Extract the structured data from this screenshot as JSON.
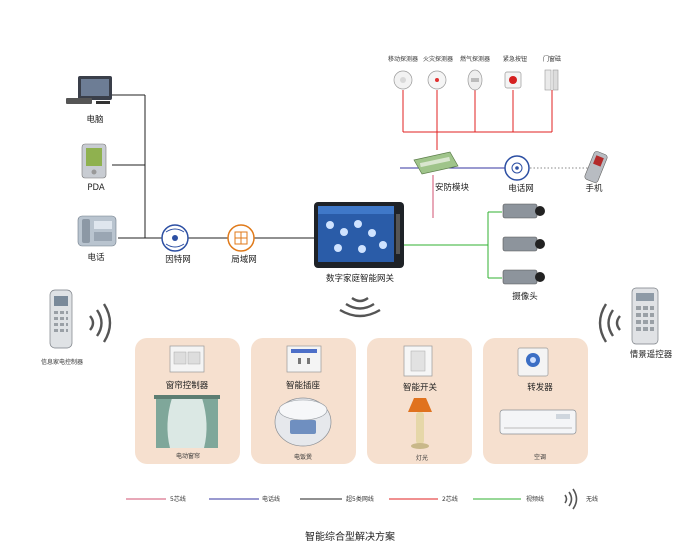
{
  "title": "智能综合型解决方案",
  "colors": {
    "five_core": "#d05070",
    "phone": "#3535a0",
    "cat5": "#222222",
    "two_core": "#e02020",
    "video": "#30b030",
    "wireless": "#555555",
    "panel": "#f6e0cf"
  },
  "devices": {
    "computer": "电脑",
    "pda": "PDA",
    "telephone": "电话",
    "internet": "因特网",
    "lan": "局域网",
    "gateway": "数字家庭智能网关",
    "security_module": "安防模块",
    "phone_network": "电话网",
    "mobile": "手机",
    "camera": "摄像头",
    "home_remote": "信息家电控制器",
    "scene_remote": "情景遥控器"
  },
  "sensors": [
    "移动探测器",
    "火灾探测器",
    "燃气探测器",
    "紧急按钮",
    "门窗磁"
  ],
  "panels": [
    {
      "top_label": "窗帘控制器",
      "bottom_label": "电动窗帘"
    },
    {
      "top_label": "智能插座",
      "bottom_label": "电饭煲"
    },
    {
      "top_label": "智能开关",
      "bottom_label": "灯光"
    },
    {
      "top_label": "转发器",
      "bottom_label": "空调"
    }
  ],
  "legend": [
    {
      "label": "5芯线",
      "color": "#d05070"
    },
    {
      "label": "电话线",
      "color": "#3535a0"
    },
    {
      "label": "超5类网线",
      "color": "#222222"
    },
    {
      "label": "2芯线",
      "color": "#e02020"
    },
    {
      "label": "视频线",
      "color": "#30b030"
    },
    {
      "label": "无线",
      "color": "#555555"
    }
  ]
}
